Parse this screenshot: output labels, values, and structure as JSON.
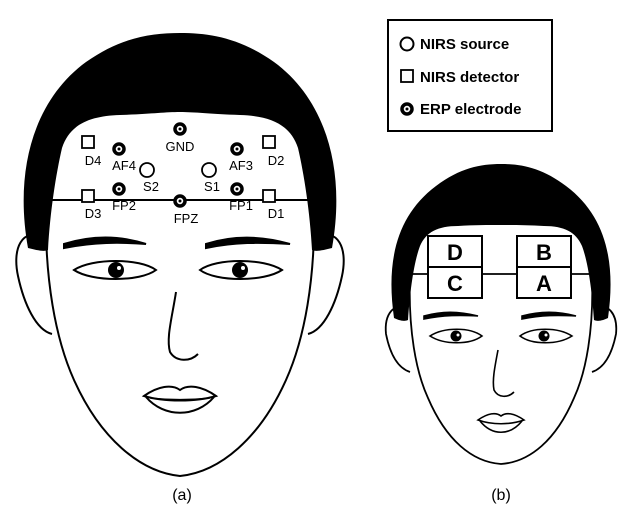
{
  "head_a": {
    "labels": {
      "gnd": "GND",
      "af4": "AF4",
      "af3": "AF3",
      "s2": "S2",
      "s1": "S1",
      "fp2": "FP2",
      "fpz": "FPZ",
      "fp1": "FP1",
      "d4": "D4",
      "d2": "D2",
      "d3": "D3",
      "d1": "D1"
    },
    "caption": "(a)"
  },
  "head_b": {
    "regions": {
      "top_left": "D",
      "top_right": "B",
      "bottom_left": "C",
      "bottom_right": "A"
    },
    "caption": "(b)"
  },
  "legend": {
    "source": "NIRS source",
    "detector": "NIRS detector",
    "electrode": "ERP electrode"
  }
}
